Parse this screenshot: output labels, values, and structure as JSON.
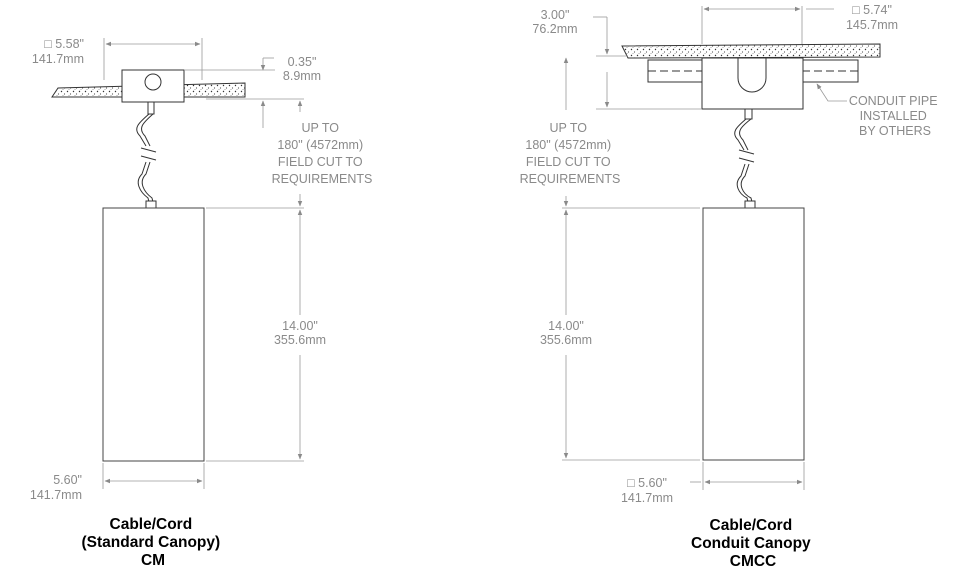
{
  "left": {
    "canopy_size": [
      "□ 5.58\"",
      "141.7mm"
    ],
    "canopy_height": [
      "0.35\"",
      "8.9mm"
    ],
    "cord_length": [
      "UP TO",
      "180\" (4572mm)",
      "FIELD CUT TO",
      "REQUIREMENTS"
    ],
    "fixture_height": [
      "14.00\"",
      "355.6mm"
    ],
    "fixture_width": [
      "5.60\"",
      "141.7mm"
    ],
    "caption": [
      "Cable/Cord",
      "(Standard Canopy)",
      "CM"
    ]
  },
  "right": {
    "canopy_size": [
      "□ 5.74\"",
      "145.7mm"
    ],
    "canopy_depth": [
      "3.00\"",
      "76.2mm"
    ],
    "conduit_note": [
      "CONDUIT PIPE",
      "INSTALLED",
      "BY OTHERS"
    ],
    "cord_length": [
      "UP TO",
      "180\" (4572mm)",
      "FIELD CUT TO",
      "REQUIREMENTS"
    ],
    "fixture_height": [
      "14.00\"",
      "355.6mm"
    ],
    "fixture_width": [
      "□ 5.60\"",
      "141.7mm"
    ],
    "caption": [
      "Cable/Cord",
      "Conduit Canopy",
      "CMCC"
    ]
  }
}
